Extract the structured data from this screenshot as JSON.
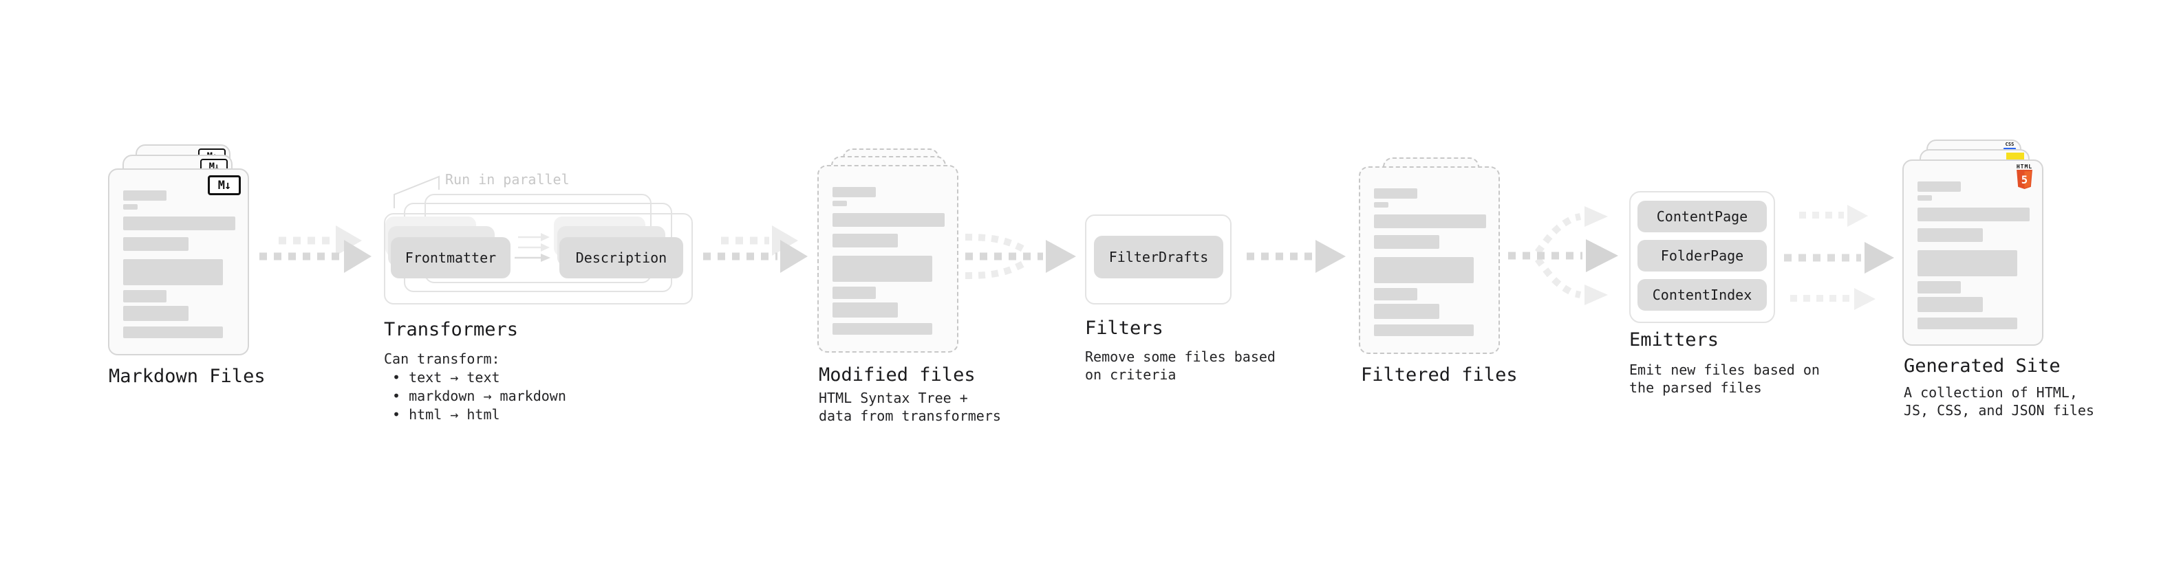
{
  "sections": {
    "markdown_files": {
      "label": "Markdown Files",
      "badge": "M↓"
    },
    "transformers": {
      "label": "Transformers",
      "note": "Run in parallel",
      "buttons": [
        "Frontmatter",
        "Description"
      ],
      "caption_title": "Can transform:",
      "bullets": [
        "• text → text",
        "• markdown → markdown",
        "• html → html"
      ]
    },
    "modified_files": {
      "label": "Modified files",
      "caption": "HTML Syntax Tree +\ndata from transformers"
    },
    "filters": {
      "label": "Filters",
      "button": "FilterDrafts",
      "caption": "Remove some files based\non criteria"
    },
    "filtered_files": {
      "label": "Filtered files"
    },
    "emitters": {
      "label": "Emitters",
      "buttons": [
        "ContentPage",
        "FolderPage",
        "ContentIndex"
      ],
      "caption": "Emit new files based on\nthe parsed files"
    },
    "generated_site": {
      "label": "Generated Site",
      "caption": "A collection of HTML,\nJS, CSS, and JSON files",
      "badges": {
        "html_label": "HTML",
        "html_number": "5",
        "css_label": "CSS"
      }
    }
  },
  "colors": {
    "html5_orange": "#e34f26",
    "js_yellow": "#f7df1e",
    "css_blue": "#2965f1",
    "arrow_dark": "#d8d8d8",
    "arrow_light": "#ececec"
  }
}
